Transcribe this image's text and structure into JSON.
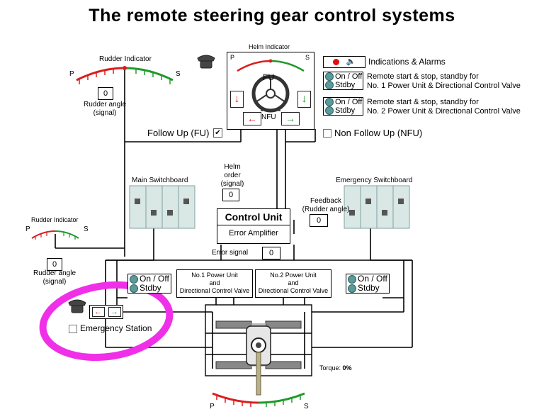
{
  "title": "The remote steering gear control systems",
  "rudder_indicator_top": {
    "label": "Rudder Indicator",
    "port": "P",
    "starboard": "S",
    "value": "0",
    "caption": "Rudder angle\n(signal)"
  },
  "rudder_indicator_left": {
    "label": "Rudder Indicator",
    "port": "P",
    "starboard": "S",
    "value": "0",
    "caption": "Rudder angle\n(signal)"
  },
  "rudder_indicator_bottom": {
    "port": "P",
    "starboard": "S"
  },
  "helm_indicator": {
    "label": "Helm Indicator",
    "port": "P",
    "starboard": "S",
    "fu": "FU",
    "nfu": "NFU"
  },
  "legend": {
    "indications": "Indications & Alarms",
    "pu1_line1": "Remote start & stop, standby for",
    "pu1_line2": "No. 1 Power Unit & Directional Control Valve",
    "pu2_line1": "Remote start & stop, standby for",
    "pu2_line2": "No. 2 Power Unit & Directional Control Valve",
    "on_off": "On / Off",
    "stdby": "Stdby"
  },
  "follow_up": {
    "label": "Follow Up (FU)",
    "check": "✔"
  },
  "non_follow_up": {
    "label": "Non Follow Up (NFU)"
  },
  "helm_order": {
    "label": "Helm\norder\n(signal)",
    "value": "0"
  },
  "feedback": {
    "label": "Feedback\n(Rudder angle)",
    "value": "0"
  },
  "main_switchboard": "Main Switchboard",
  "emergency_switchboard": "Emergency Switchboard",
  "control_unit": {
    "title": "Control Unit",
    "amplifier": "Error Amplifier"
  },
  "error_signal": {
    "label": "Error signal",
    "value": "0"
  },
  "power_unit_1": "No.1 Power Unit\nand\nDirectional Control Valve",
  "power_unit_2": "No.2 Power Unit\nand\nDirectional Control Valve",
  "left_panel": {
    "on_off": "On / Off",
    "stdby": "Stdby"
  },
  "right_panel": {
    "on_off": "On / Off",
    "stdby": "Stdby"
  },
  "emergency_station": "Emergency Station",
  "torque": {
    "label": "Torque: ",
    "value": "0%"
  },
  "colors": {
    "port": "#d81f1f",
    "starboard": "#1f9a2a",
    "highlight": "#f030e8",
    "led": "#5a9a9a"
  }
}
